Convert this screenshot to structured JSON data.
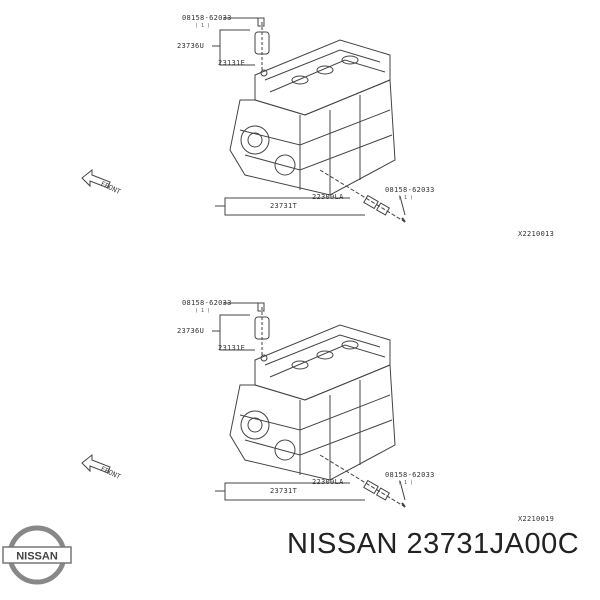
{
  "diagrams": [
    {
      "bolt_part": "08158-62033",
      "bolt_qty": "( 1 )",
      "cam_sensor": "23736U",
      "seal_upper": "23131E",
      "crank_sensor": "23731T",
      "seal_lower": "22300LA",
      "bolt_part_lower": "08158-62033",
      "bolt_qty_lower": "( 1 )",
      "front_label": "FRONT",
      "code": "X2210013"
    },
    {
      "bolt_part": "08158-62033",
      "bolt_qty": "( 1 )",
      "cam_sensor": "23736U",
      "seal_upper": "23131E",
      "crank_sensor": "23731T",
      "seal_lower": "22300LA",
      "bolt_part_lower": "08158-62033",
      "bolt_qty_lower": "( 1 )",
      "front_label": "FRONT",
      "code": "X2210019"
    }
  ],
  "brand": {
    "logo_text": "NISSAN"
  },
  "product_title": "NISSAN 23731JA00C"
}
